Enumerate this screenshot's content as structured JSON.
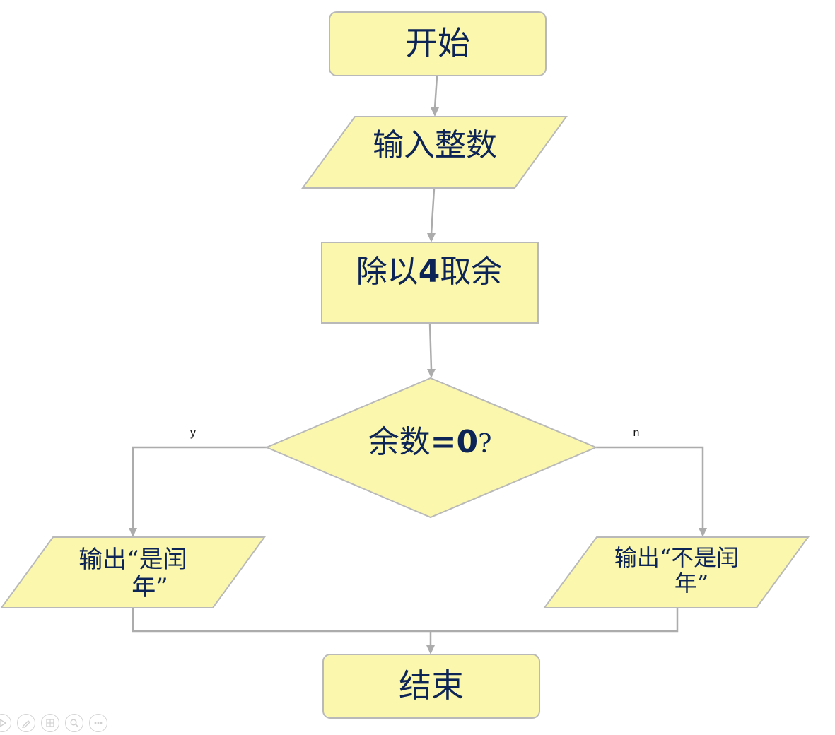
{
  "nodes": {
    "start": "开始",
    "input": "输入整数",
    "process": {
      "prefix": "除以",
      "digit": "4",
      "suffix": "取余"
    },
    "decision": {
      "prefix": "余数",
      "op": "=0",
      "suffix": "?"
    },
    "output_yes": {
      "line1": "输出“是闰",
      "line2": "年”"
    },
    "output_no": {
      "line1": "输出“不是闰",
      "line2": "年”"
    },
    "end": "结束"
  },
  "edges": {
    "yes_label": "y",
    "no_label": "n"
  },
  "toolbar": {
    "icons": [
      "play-icon",
      "pen-icon",
      "slides-icon",
      "zoom-icon",
      "more-icon"
    ]
  },
  "colors": {
    "node_fill": "#fbf8ad",
    "node_stroke": "#b9b9b9",
    "connector": "#acacac",
    "text": "#0d2456"
  }
}
